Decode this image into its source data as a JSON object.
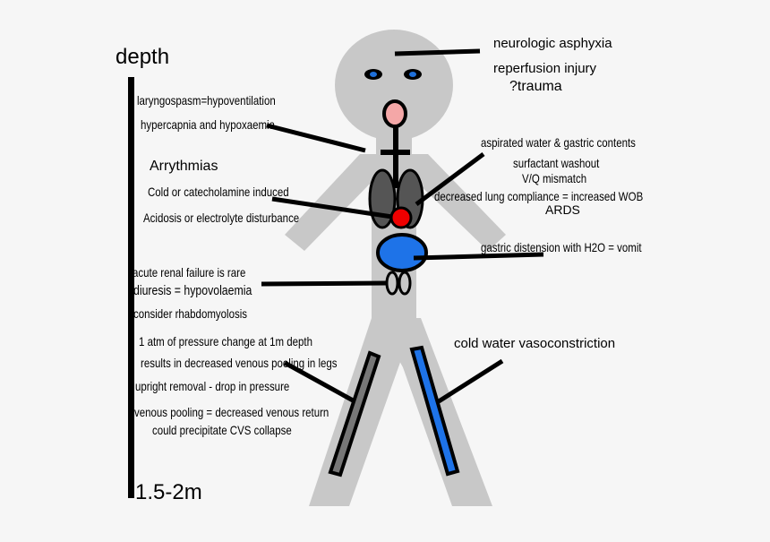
{
  "depth": {
    "top_label": "depth",
    "bottom_label": "1.5-2m"
  },
  "head": {
    "labels": [
      "neurologic asphyxia",
      "reperfusion injury",
      "?trauma"
    ]
  },
  "airway": {
    "labels": [
      "laryngospasm=hypoventilation",
      "hypercapnia and hypoxaemia"
    ]
  },
  "heart": {
    "labels": [
      "Arrythmias",
      "Cold or catecholamine induced",
      "Acidosis or electrolyte disturbance"
    ]
  },
  "lungs": {
    "labels": [
      "aspirated water & gastric contents",
      "surfactant washout",
      "V/Q mismatch",
      "decreased lung compliance = increased WOB",
      "ARDS"
    ]
  },
  "stomach": {
    "label": "gastric distension with H2O = vomit"
  },
  "kidneys": {
    "labels": [
      "acute renal failure is rare",
      "diuresis = hypovolaemia",
      "consider rhabdomyolosis"
    ]
  },
  "left_leg": {
    "labels": [
      "1 atm of pressure change at 1m depth",
      "results in decreased venous pooling in legs",
      "upright removal - drop in pressure",
      "venous pooling = decreased venous return",
      "could precipitate CVS collapse"
    ]
  },
  "right_leg": {
    "label": "cold water vasoconstriction"
  },
  "colors": {
    "body": "#c8c8c8",
    "background": "#f6f6f6",
    "eye": "#1e6fd9",
    "mouth": "#f4a7a7",
    "lung": "#555555",
    "heart": "#ee0000",
    "stomach": "#1e73e8",
    "vein_left": "#777777",
    "vein_right": "#1e73e8"
  }
}
